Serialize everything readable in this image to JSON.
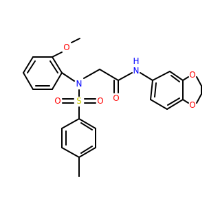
{
  "colors": {
    "carbon": "#000000",
    "oxygen": "#ff0000",
    "nitrogen": "#0000ff",
    "sulfur": "#cccc00",
    "hydrogen_on_n": "#0000ff"
  },
  "atoms": {
    "o_methoxy": "O",
    "n_sulfonamide": "N",
    "s_sulfonyl": "S",
    "o_sulfonyl_left": "O",
    "o_sulfonyl_right": "O",
    "o_carbonyl": "O",
    "n_amide": "N",
    "h_amide": "H",
    "o_dioxole_top": "O",
    "o_dioxole_bottom": "O"
  }
}
